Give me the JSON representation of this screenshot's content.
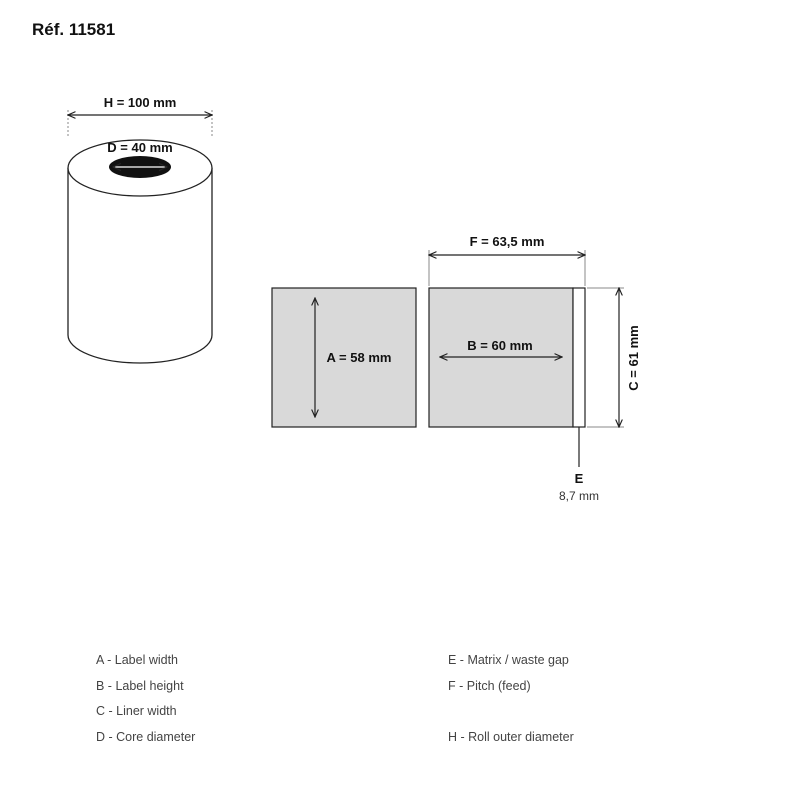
{
  "header": {
    "title": "Réf. 11581"
  },
  "roll": {
    "outer_label": "H = 100 mm",
    "core_label": "D = 40 mm"
  },
  "labels": {
    "a_label": "A = 58 mm",
    "b_label": "B = 60 mm",
    "f_label": "F = 63,5 mm",
    "c_label": "C = 61 mm",
    "e_letter": "E",
    "e_value": "8,7 mm"
  },
  "colors": {
    "label_fill": "#d9d9d9",
    "stroke": "#222222",
    "guide": "#888888"
  },
  "legend": {
    "a": "A - Label width",
    "b": "B - Label height",
    "c": "C - Liner width",
    "d": "D - Core diameter",
    "e": "E - Matrix / waste gap",
    "f": "F - Pitch (feed)",
    "h": "H - Roll outer diameter"
  }
}
